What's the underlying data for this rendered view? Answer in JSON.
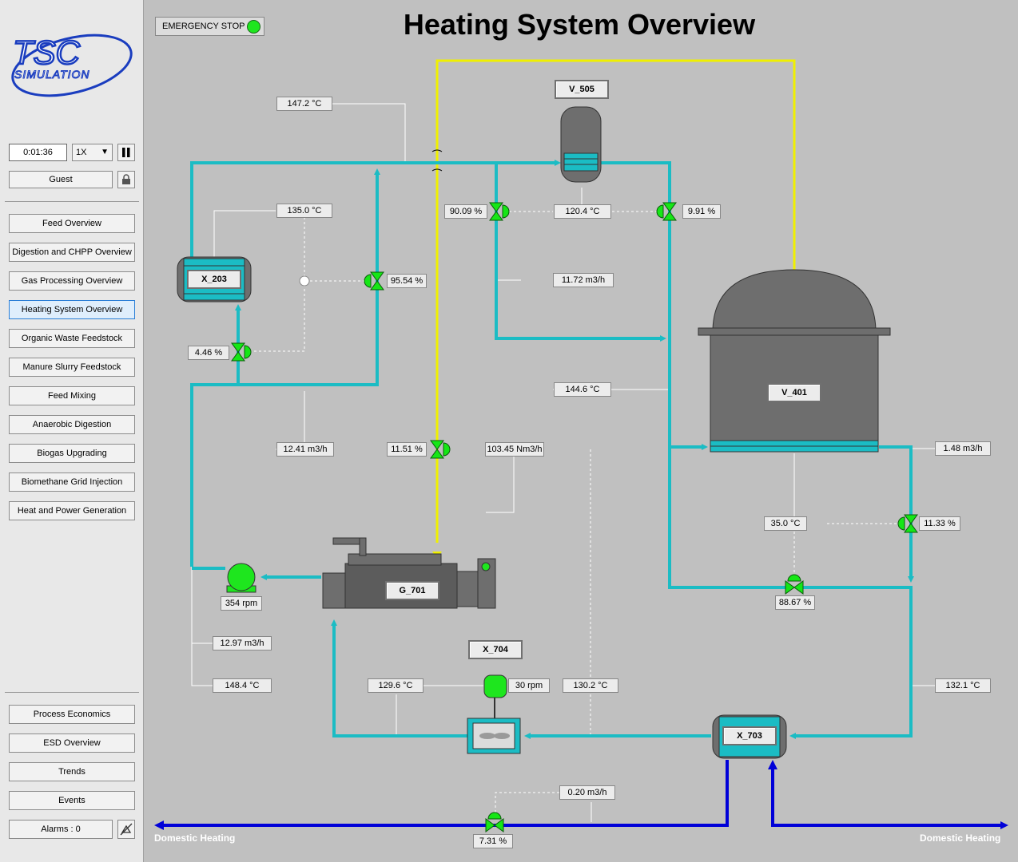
{
  "logo": {
    "line1": "TSC",
    "line2": "SIMULATION"
  },
  "clock": "0:01:36",
  "speed": "1X",
  "user": "Guest",
  "nav": [
    "Feed Overview",
    "Digestion and CHPP Overview",
    "Gas Processing Overview",
    "Heating System Overview",
    "Organic Waste Feedstock",
    "Manure Slurry Feedstock",
    "Feed Mixing",
    "Anaerobic Digestion",
    "Biogas Upgrading",
    "Biomethane Grid Injection",
    "Heat and Power Generation"
  ],
  "bottom_nav": [
    "Process Economics",
    "ESD Overview",
    "Trends",
    "Events"
  ],
  "alarms": "Alarms : 0",
  "title": "Heating System Overview",
  "estop": "EMERGENCY STOP",
  "tags": {
    "v505": "V_505",
    "x203": "X_203",
    "v401": "V_401",
    "g701": "G_701",
    "x704": "X_704",
    "x703": "X_703"
  },
  "values": {
    "t_top": "147.2 °C",
    "t_x203": "135.0 °C",
    "v_mix_left": "90.09 %",
    "t_v505": "120.4 °C",
    "v_mix_right": "9.91 %",
    "v_9554": "95.54 %",
    "f_1172": "11.72 m3/h",
    "v_446": "4.46 %",
    "t_1446": "144.6 °C",
    "f_1241": "12.41 m3/h",
    "v_1151": "11.51 %",
    "f_gas": "103.45 Nm3/h",
    "f_148": "1.48 m3/h",
    "t_35": "35.0 °C",
    "v_1133": "11.33 %",
    "v_8867": "88.67 %",
    "pump_rpm": "354 rpm",
    "f_1297": "12.97 m3/h",
    "t_1484": "148.4 °C",
    "t_1296": "129.6 °C",
    "fan_rpm": "30 rpm",
    "t_1302": "130.2 °C",
    "t_1321": "132.1 °C",
    "f_020": "0.20 m3/h",
    "v_731": "7.31 %"
  },
  "domestic_left": "Domestic Heating",
  "domestic_right": "Domestic Heating",
  "colors": {
    "water": "#1bbcc4",
    "gas": "#f0f000",
    "domestic": "#0000d8",
    "valve": "#16e616"
  }
}
